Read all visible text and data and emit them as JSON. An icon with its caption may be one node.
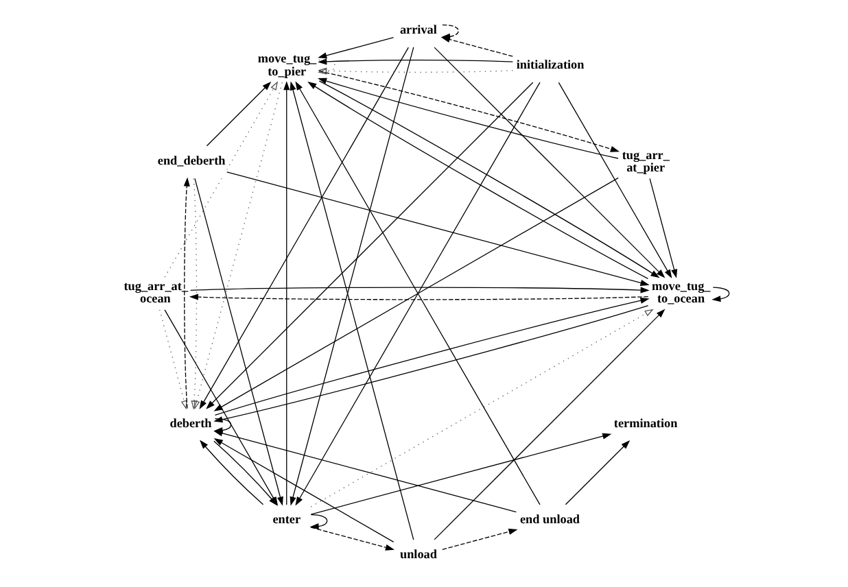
{
  "diagram": {
    "nodes": [
      {
        "text": [
          "termination"
        ]
      },
      {
        "text": [
          "tug_arr_at_ ocean"
        ]
      },
      {
        "text": [
          "tug_arr_ at_pier"
        ]
      },
      {
        "text": [
          "move_tug_ to_pier"
        ]
      },
      {
        "text": [
          "unload"
        ]
      },
      {
        "text": [
          "move_tug_ to_ocean"
        ]
      },
      {
        "text": [
          "arrival"
        ]
      },
      {
        "text": [
          "initialization"
        ]
      },
      {
        "text": [
          "deberth"
        ]
      },
      {
        "text": [
          "enter"
        ]
      },
      {
        "text": [
          "end_deberth"
        ]
      },
      {
        "text": [
          "end unload"
        ]
      }
    ],
    "edges": [
      {
        "from": 3,
        "to": 3,
        "arrow": "to",
        "style": "dashed",
        "color": "#555555"
      },
      {
        "from": 7,
        "to": 3,
        "arrow": "to",
        "style": "dashed",
        "color": "#555555"
      },
      {
        "from": 1,
        "to": 3,
        "arrow": "to",
        "style": "dashed",
        "color": "#555555"
      },
      {
        "from": 3,
        "to": 8,
        "arrow": "to",
        "style": "dashed",
        "color": "#555555"
      },
      {
        "from": 1,
        "to": 8,
        "arrow": "to",
        "style": "dashed",
        "color": "#555555"
      },
      {
        "from": 9,
        "to": 5,
        "arrow": "to",
        "style": "dashed",
        "color": "#555555"
      },
      {
        "from": 10,
        "to": 8,
        "arrow": "to",
        "style": "dashed",
        "color": "#555555"
      },
      {
        "from": 5,
        "to": 1,
        "arrow": "to",
        "style": "dashed"
      },
      {
        "from": 3,
        "to": 2,
        "arrow": "to",
        "style": "dashed"
      },
      {
        "from": 7,
        "to": 6,
        "arrow": "to",
        "style": "dashed"
      },
      {
        "from": 9,
        "to": 4,
        "arrow": "to",
        "style": "dashed"
      },
      {
        "from": 4,
        "to": 11,
        "arrow": "to",
        "style": "dashed"
      },
      {
        "from": 8,
        "to": 10,
        "arrow": "to",
        "style": "dashed"
      },
      {
        "from": 6,
        "to": 6,
        "arrow": "to",
        "style": "dashed"
      },
      {
        "from": 5,
        "to": 5,
        "arrow": "to"
      },
      {
        "from": 9,
        "to": 9,
        "arrow": "to"
      },
      {
        "from": 8,
        "to": 8,
        "arrow": "to"
      },
      {
        "from": 3,
        "to": 5,
        "arrow": "to"
      },
      {
        "from": 5,
        "to": 3,
        "arrow": "to"
      },
      {
        "from": 9,
        "to": 0,
        "arrow": "to"
      },
      {
        "from": 11,
        "to": 0,
        "arrow": "to"
      },
      {
        "from": 1,
        "to": 9,
        "arrow": "to"
      },
      {
        "from": 1,
        "to": 5,
        "arrow": "to"
      },
      {
        "from": 2,
        "to": 3,
        "arrow": "to"
      },
      {
        "from": 2,
        "to": 5,
        "arrow": "to"
      },
      {
        "from": 2,
        "to": 8,
        "arrow": "to"
      },
      {
        "from": 4,
        "to": 3,
        "arrow": "to"
      },
      {
        "from": 4,
        "to": 5,
        "arrow": "to"
      },
      {
        "from": 4,
        "to": 8,
        "arrow": "to"
      },
      {
        "from": 6,
        "to": 3,
        "arrow": "to"
      },
      {
        "from": 6,
        "to": 5,
        "arrow": "to"
      },
      {
        "from": 6,
        "to": 8,
        "arrow": "to"
      },
      {
        "from": 6,
        "to": 9,
        "arrow": "to"
      },
      {
        "from": 8,
        "to": 5,
        "arrow": "to"
      },
      {
        "from": 5,
        "to": 8,
        "arrow": "to"
      },
      {
        "from": 8,
        "to": 9,
        "arrow": "to"
      },
      {
        "from": 9,
        "to": 8,
        "arrow": "to"
      },
      {
        "from": 7,
        "to": 5,
        "arrow": "to"
      },
      {
        "from": 7,
        "to": 9,
        "arrow": "to"
      },
      {
        "from": 7,
        "to": 8,
        "arrow": "to"
      },
      {
        "from": 7,
        "to": 3,
        "arrow": "to"
      },
      {
        "from": 10,
        "to": 9,
        "arrow": "to"
      },
      {
        "from": 10,
        "to": 5,
        "arrow": "to"
      },
      {
        "from": 10,
        "to": 3,
        "arrow": "to"
      },
      {
        "from": 11,
        "to": 8,
        "arrow": "to"
      },
      {
        "from": 11,
        "to": 3,
        "arrow": "to"
      },
      {
        "from": 9,
        "to": 3,
        "arrow": "to"
      }
    ]
  }
}
